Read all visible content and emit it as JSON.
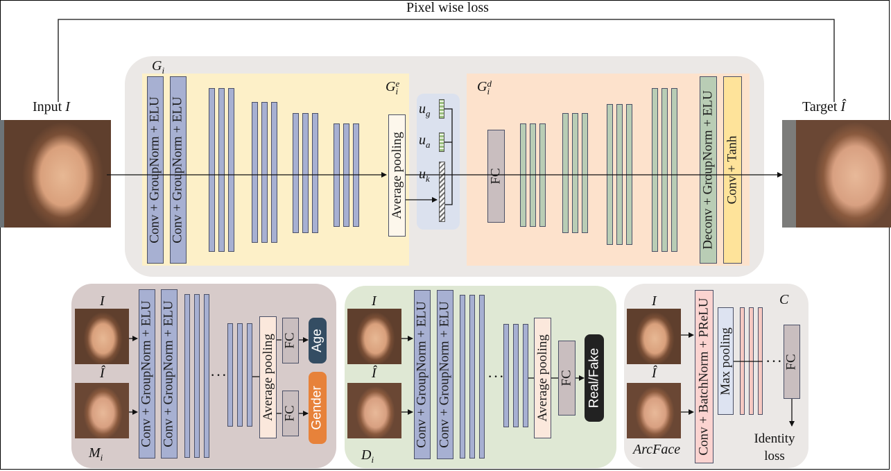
{
  "top": {
    "loss_label": "Pixel wise loss",
    "input_label": "Input",
    "input_symbol": "I",
    "target_label": "Target",
    "target_symbol": "Î",
    "generator_label": "G",
    "generator_sub": "i",
    "encoder_label": "G",
    "encoder_sup": "e",
    "encoder_sub": "i",
    "decoder_label": "G",
    "decoder_sup": "d",
    "decoder_sub": "i",
    "enc_block1": "Conv + GroupNorm + ELU",
    "enc_block2": "Conv + GroupNorm + ELU",
    "avg_pool": "Average pooling",
    "u_g": "u",
    "u_g_sub": "g",
    "u_a": "u",
    "u_a_sub": "a",
    "u_k": "u",
    "u_k_sub": "k",
    "fc": "FC",
    "deconv": "Deconv + GroupNorm + ELU",
    "conv_tanh": "Conv + Tanh"
  },
  "m_panel": {
    "input_top": "I",
    "input_bottom": "Î",
    "label": "M",
    "label_sub": "i",
    "block1": "Conv + GroupNorm + ELU",
    "block2": "Conv + GroupNorm + ELU",
    "dots": "···",
    "avg_pool": "Average pooling",
    "fc_top": "FC",
    "fc_bottom": "FC",
    "age": "Age",
    "gender": "Gender"
  },
  "d_panel": {
    "input_top": "I",
    "input_bottom": "Î",
    "label": "D",
    "label_sub": "i",
    "block1": "Conv + GroupNorm + ELU",
    "block2": "Conv + GroupNorm + ELU",
    "dots": "···",
    "avg_pool": "Average pooling",
    "fc": "FC",
    "real_fake": "Real/Fake"
  },
  "c_panel": {
    "input_top": "I",
    "input_bottom": "Î",
    "label": "C",
    "arcface": "ArcFace",
    "block1": "Conv + BatchNorm + PReLU",
    "max_pool": "Max pooling",
    "dots": "···",
    "fc": "FC",
    "identity_loss": "Identity loss"
  },
  "colors": {
    "outer_panel": "#ebe8e6",
    "encoder_bg": "#fdf0c8",
    "decoder_bg": "#fde2cc",
    "enc_bar": "#a7b0d2",
    "dec_bar": "#b9cdb5",
    "fc_box": "#c9bebf",
    "latent_bg": "#dbe1ee",
    "tanh_box": "#fee39a",
    "m_panel_bg": "#d7cbca",
    "d_panel_bg": "#dfe8d4",
    "c_panel_bg": "#ebe8e6",
    "age_badge": "#344d63",
    "gender_badge": "#e7823a",
    "real_fake_badge": "#222222",
    "c_bar": "#f7c9c2",
    "c_conv": "#fbd3d0",
    "c_maxpool": "#dde3f1"
  }
}
